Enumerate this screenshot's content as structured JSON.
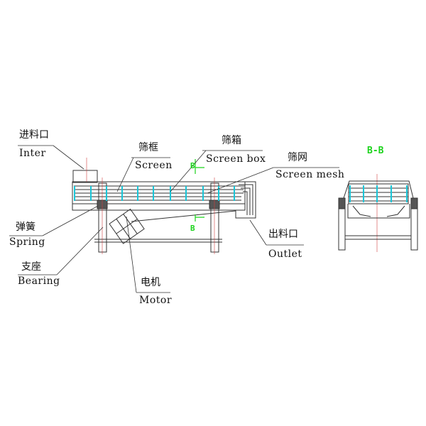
{
  "labels": {
    "inlet": {
      "zh": "进料口",
      "en": "Inter"
    },
    "screen": {
      "zh": "筛框",
      "en": "Screen"
    },
    "screen_box": {
      "zh": "筛箱",
      "en": "Screen box"
    },
    "screen_mesh": {
      "zh": "筛网",
      "en": "Screen mesh"
    },
    "spring": {
      "zh": "弹簧",
      "en": "Spring"
    },
    "bearing": {
      "zh": "支座",
      "en": "Bearing"
    },
    "motor": {
      "zh": "电机",
      "en": "Motor"
    },
    "outlet": {
      "zh": "出料口",
      "en": "Outlet"
    }
  },
  "section": {
    "title": "B-B",
    "marker": "B"
  },
  "colors": {
    "line": "#333333",
    "mesh": "#19c6d8",
    "section": "#1bd31b",
    "center": "#d04040"
  }
}
